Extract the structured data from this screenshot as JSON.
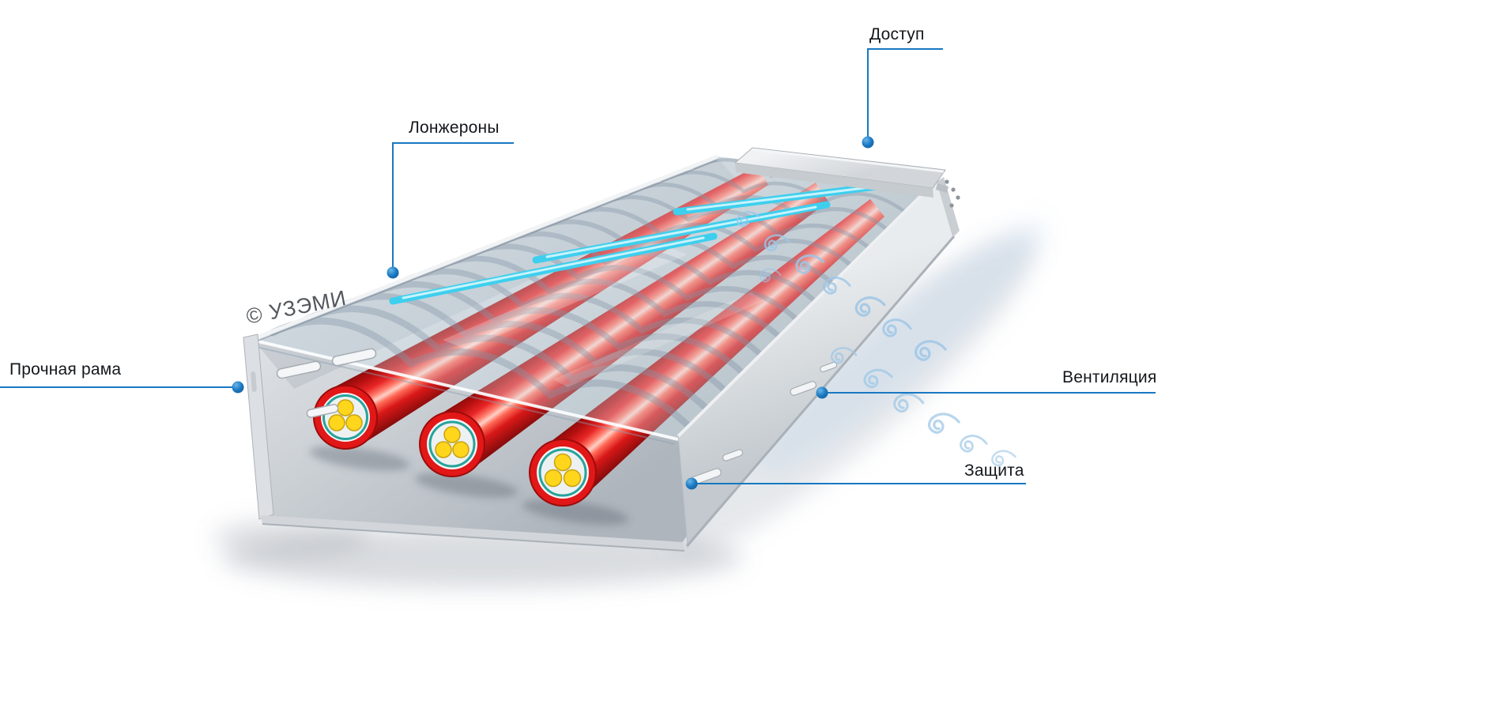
{
  "callouts": [
    {
      "id": "access",
      "text": "Доступ"
    },
    {
      "id": "longerons",
      "text": "Лонжероны"
    },
    {
      "id": "frame",
      "text": "Прочная рама"
    },
    {
      "id": "ventilation",
      "text": "Вентиляция"
    },
    {
      "id": "protection",
      "text": "Защита"
    }
  ],
  "watermark": {
    "text": "© УЗЭМИ"
  },
  "icons": {
    "air_swirl_icon": "spiral-curl"
  },
  "colors": {
    "accent": "#1878c2",
    "cable_red": "#e01616",
    "highlight_cyan": "#3ecfee",
    "air_blue": "#9cc6e6",
    "metal_light": "#e7eaec"
  }
}
